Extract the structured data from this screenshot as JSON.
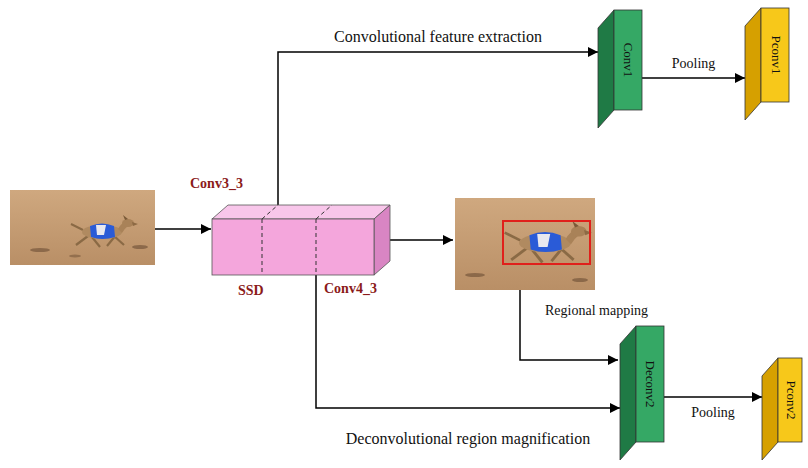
{
  "diagram": {
    "nodes": [
      {
        "text": [
          "SSD"
        ]
      },
      {
        "text": [
          "Conv1"
        ]
      },
      {
        "text": [
          "Pconv1"
        ]
      },
      {
        "text": [
          "Deconv2"
        ]
      },
      {
        "text": [
          "Pconv2"
        ]
      }
    ],
    "edges": [
      {
        "from": 0,
        "to": 1,
        "arrow": "to",
        "label": "Convolutional feature extraction"
      },
      {
        "from": 1,
        "to": 2,
        "arrow": "to",
        "label": "Pooling"
      },
      {
        "from": 0,
        "to": 3,
        "arrow": "to",
        "label": "Deconvolutional region magnification"
      },
      {
        "from": 3,
        "to": 4,
        "arrow": "to",
        "label": "Pooling"
      }
    ],
    "labels": [
      "Conv3_3",
      "Conv4_3",
      "Regional mapping"
    ]
  }
}
